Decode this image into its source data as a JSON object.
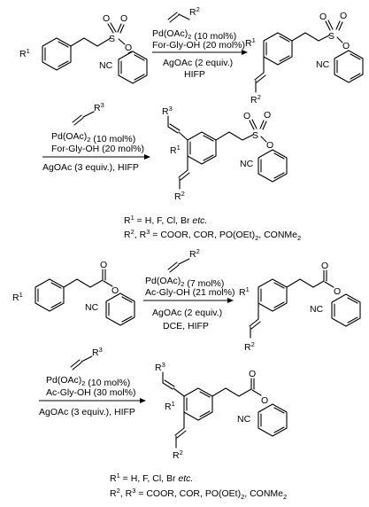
{
  "reactions": [
    {
      "reagent_label": "R2",
      "conditions": [
        "Pd(OAc)2 (10 mol%)",
        "For-Gly-OH (20 mol%)",
        "AgOAc (2 equiv.)",
        "HIFP"
      ]
    },
    {
      "reagent_label": "R3",
      "conditions": [
        "Pd(OAc)2 (10 mol%)",
        "For-Gly-OH (20 mol%)",
        "AgOAc (3 equiv.), HIFP"
      ]
    },
    {
      "reagent_label": "R2",
      "conditions": [
        "Pd(OAc)2 (7 mol%)",
        "Ac-Gly-OH (21 mol%)",
        "AgOAc (2 equiv.)",
        "DCE, HIFP"
      ]
    },
    {
      "reagent_label": "R3",
      "conditions": [
        "Pd(OAc)2 (10 mol%)",
        "Ac-Gly-OH (30 mol%)",
        "AgOAc (3 equiv.), HIFP"
      ]
    }
  ],
  "notes": [
    {
      "r1": "R1 = H, F, Cl, Br etc.",
      "r23": "R2, R3 = COOR, COR, PO(OEt)2, CONMe2"
    },
    {
      "r1": "R1 = H, F, Cl, Br etc.",
      "r23": "R2, R3 = COOR, COR, PO(OEt)2, CONMe2"
    }
  ],
  "atoms": {
    "R1": "R1",
    "R2": "R2",
    "R3": "R3",
    "S": "S",
    "O": "O",
    "NC": "NC"
  }
}
